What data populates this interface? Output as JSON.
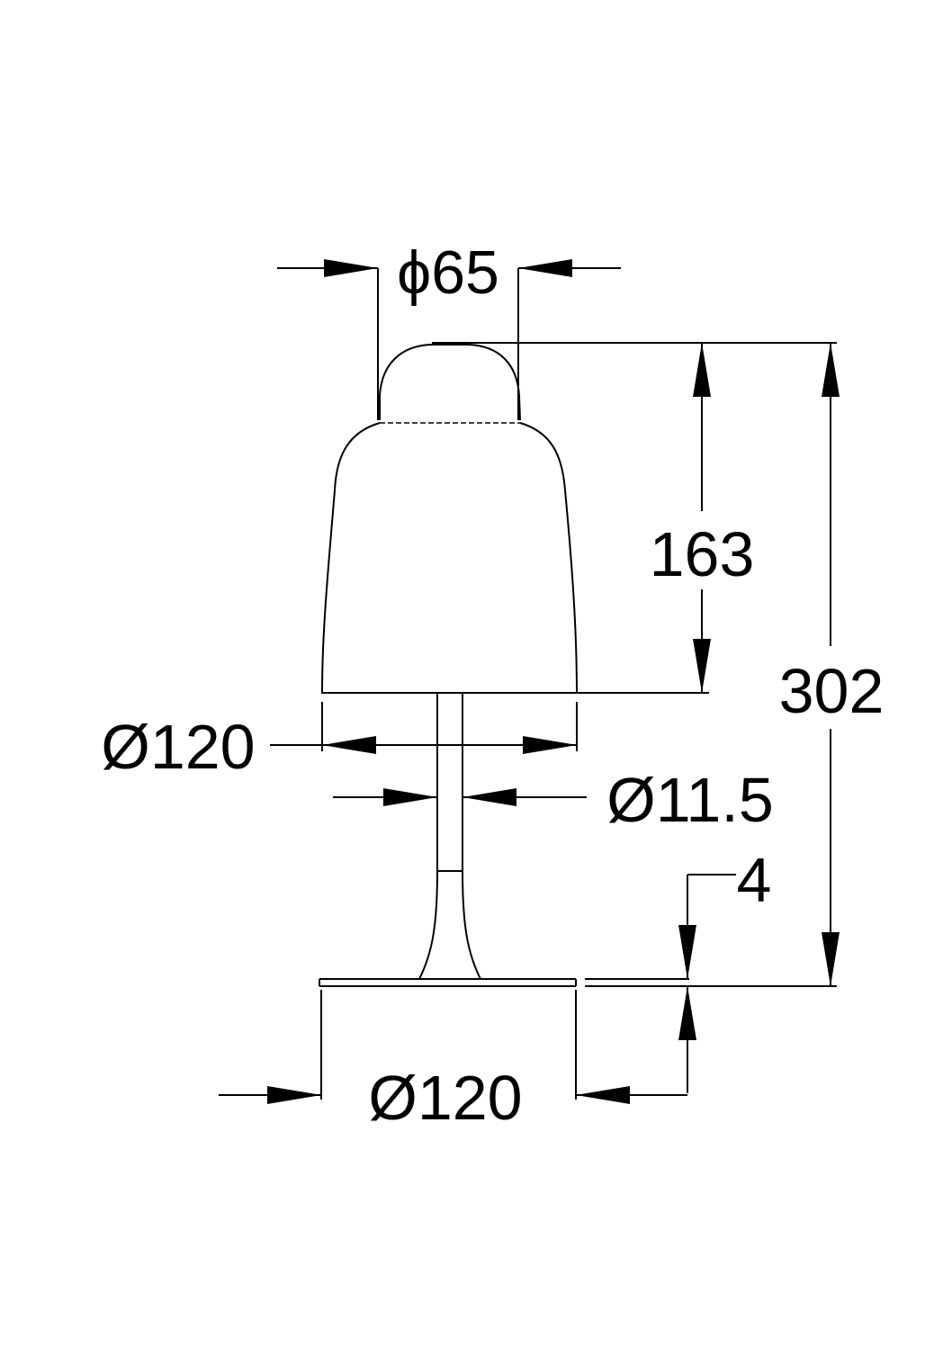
{
  "colors": {
    "background": "#ffffff",
    "line": "#000000"
  },
  "dimensions": {
    "cap_diameter": "ϕ65",
    "shade_height": "163",
    "total_height": "302",
    "shade_diameter": "Ø120",
    "stem_diameter": "Ø11.5",
    "base_thickness": "4",
    "base_diameter": "Ø120"
  }
}
